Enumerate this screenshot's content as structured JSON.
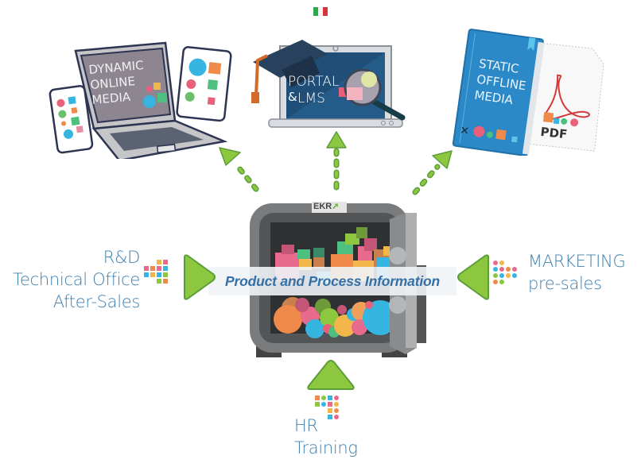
{
  "language_flag": {
    "name": "italian-flag",
    "colors": [
      "#2ea64b",
      "#ffffff",
      "#d8323b"
    ]
  },
  "outputs": {
    "dynamic": {
      "lines": [
        "DYNAMIC",
        "ONLINE",
        "MEDIA"
      ]
    },
    "portal": {
      "lines": [
        "PORTAL",
        "&",
        "LMS"
      ]
    },
    "static": {
      "lines": [
        "STATIC",
        "OFFLINE",
        "MEDIA"
      ],
      "pdf_label": "PDF"
    }
  },
  "center": {
    "logo": "EKR",
    "banner": "Product and  Process Information"
  },
  "inputs": {
    "left": {
      "lines": [
        "R&D",
        "Technical Office",
        "After-Sales"
      ]
    },
    "right": {
      "lines": [
        "MARKETING",
        "pre-sales"
      ]
    },
    "bottom": {
      "lines": [
        "HR",
        "Training"
      ]
    }
  },
  "colors": {
    "arrow_green": "#8dc63f",
    "arrow_outline": "#5a9e3a",
    "text_blue": "#3f7fae",
    "banner_text": "#3470a6",
    "safe_gray": "#7a7b7d"
  }
}
